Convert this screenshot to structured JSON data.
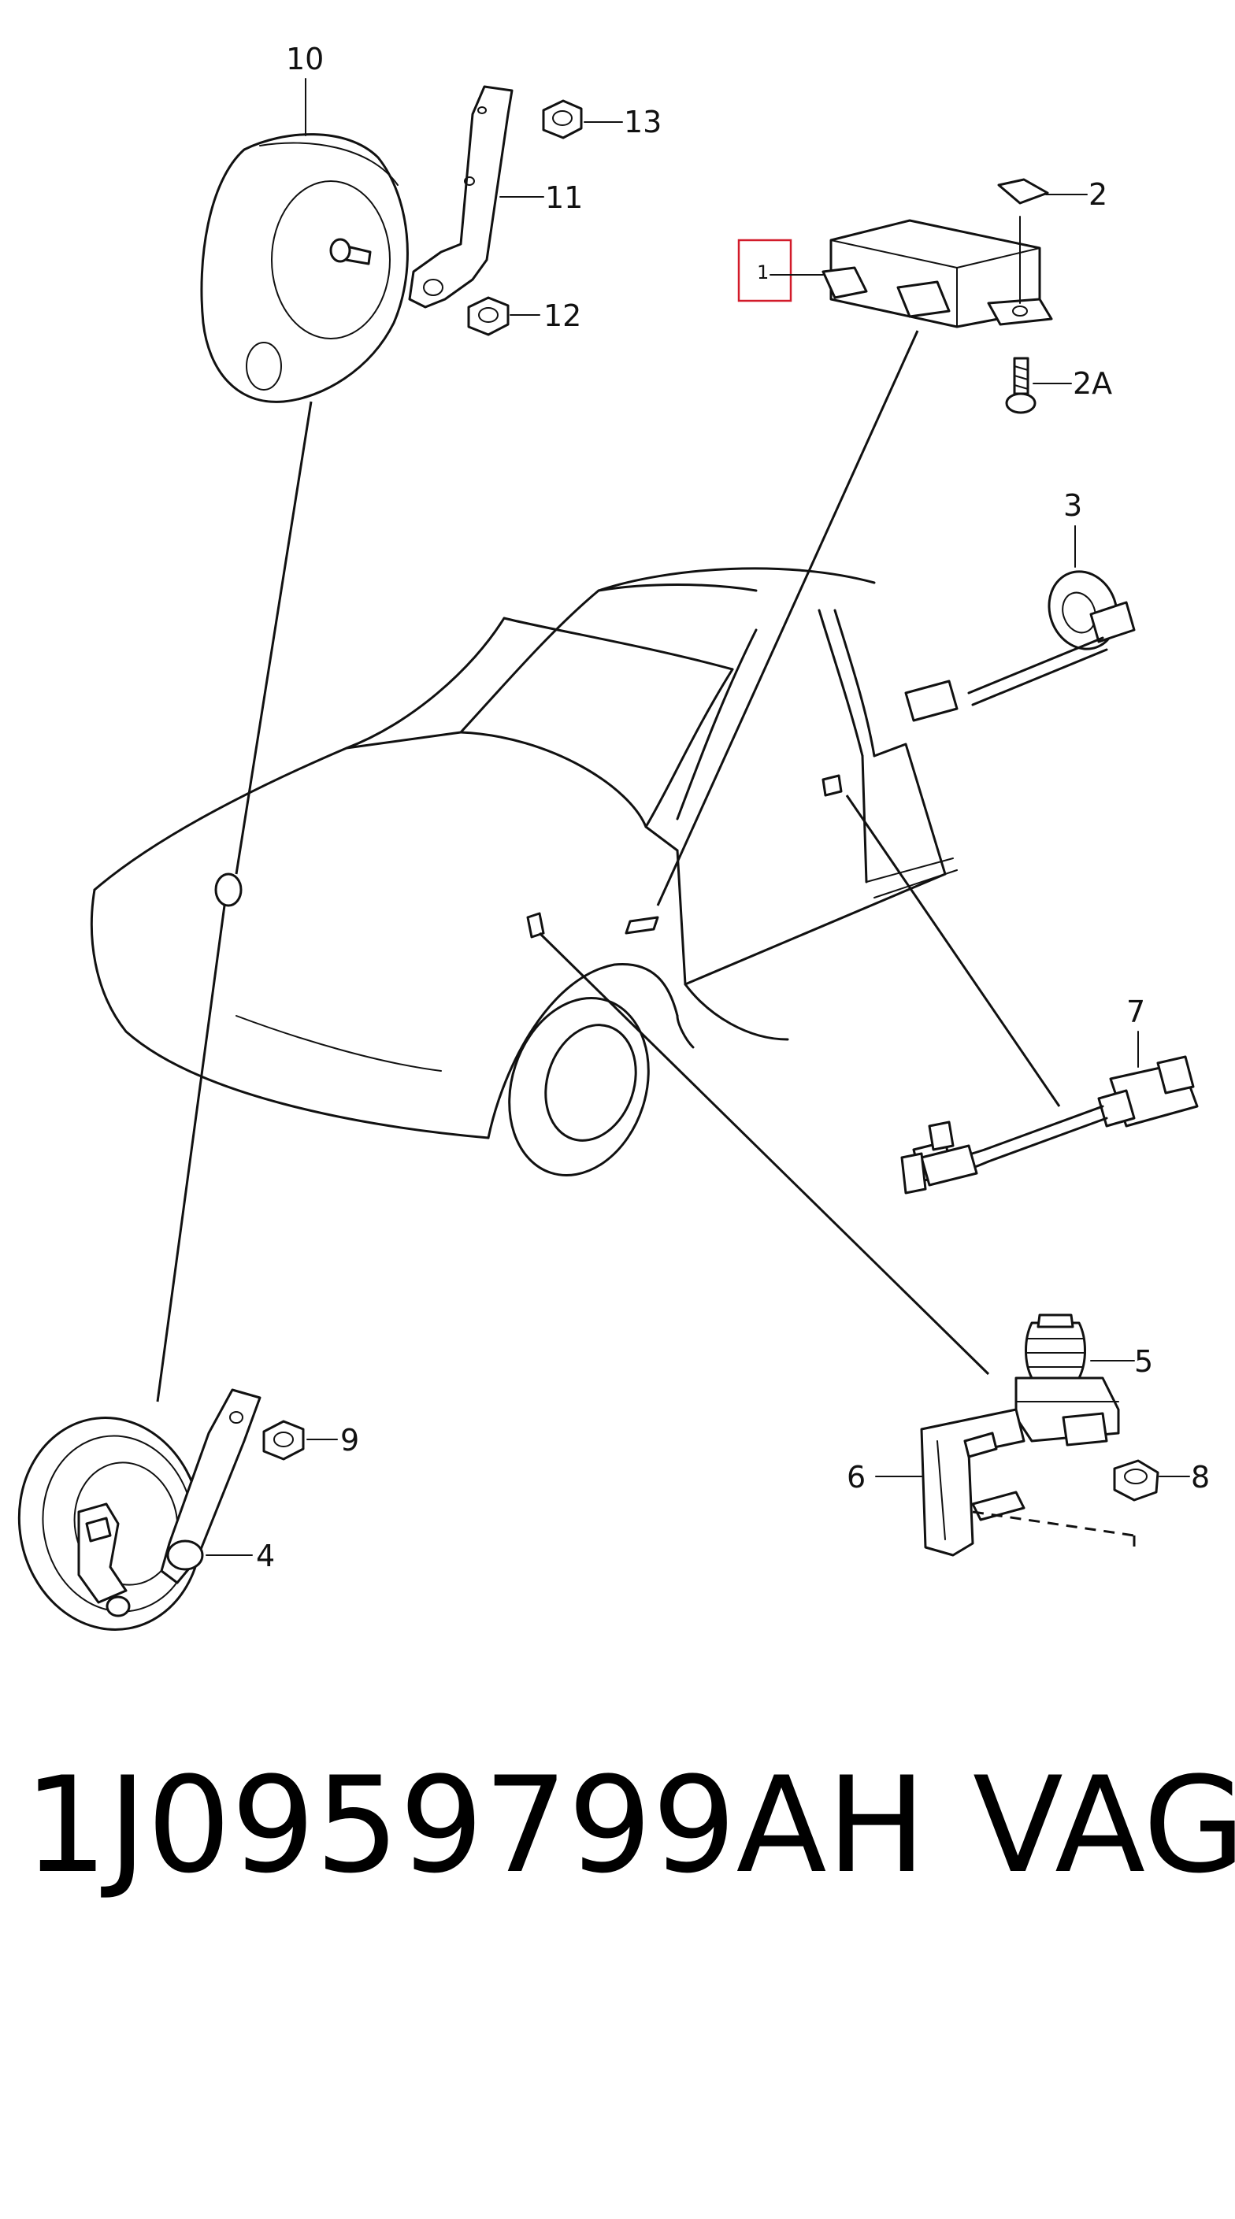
{
  "callouts": {
    "c1": "1",
    "c2": "2",
    "c2a": "2A",
    "c3": "3",
    "c4": "4",
    "c5": "5",
    "c6": "6",
    "c7": "7",
    "c8": "8",
    "c9": "9",
    "c10": "10",
    "c11": "11",
    "c12": "12",
    "c13": "13"
  },
  "caption": {
    "part_number": "1J0959799AH",
    "brand": "VAG"
  },
  "colors": {
    "highlight": "#d21b2a",
    "line": "#111111"
  }
}
